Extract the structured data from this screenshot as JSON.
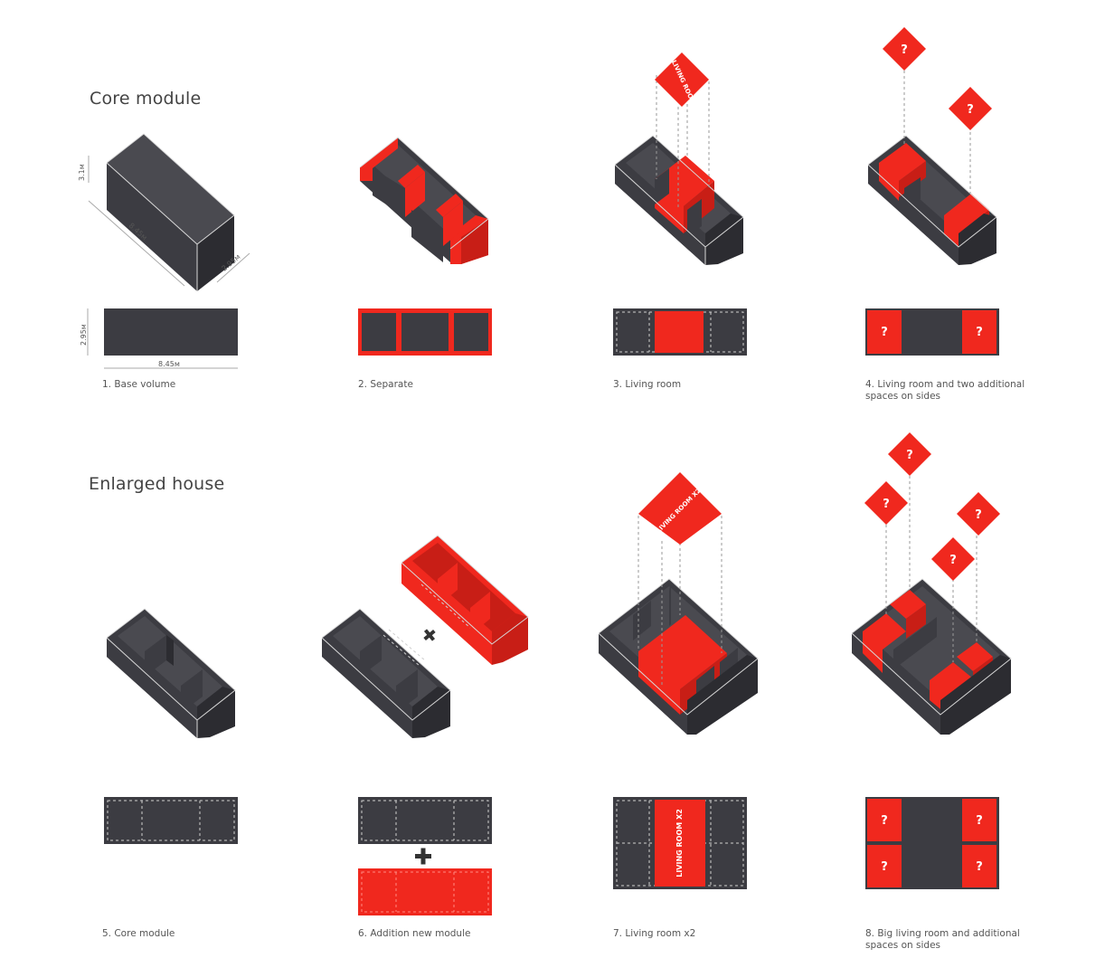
{
  "sections": {
    "core": {
      "title": "Core module"
    },
    "enlarged": {
      "title": "Enlarged house"
    }
  },
  "captions": [
    "1. Base volume",
    "2. Separate",
    "3. Living room",
    "4. Living room and two additional spaces on sides",
    "5. Core module",
    "6. Addition new module",
    "7. Living room x2",
    "8. Big living room and additional spaces on sides"
  ],
  "dimensions": {
    "height": "3.1м",
    "length": "8.45м",
    "width": "2.95м",
    "plan_width": "2.95м",
    "plan_length": "8.45м"
  },
  "tags": {
    "living_room": "LIVING ROOM",
    "living_room_x2": "LIVING ROOM X2",
    "unknown": "?",
    "plus": "+"
  },
  "colors": {
    "module": "#3c3c42",
    "accent": "#f0281e",
    "line": "#d8d8d8"
  }
}
